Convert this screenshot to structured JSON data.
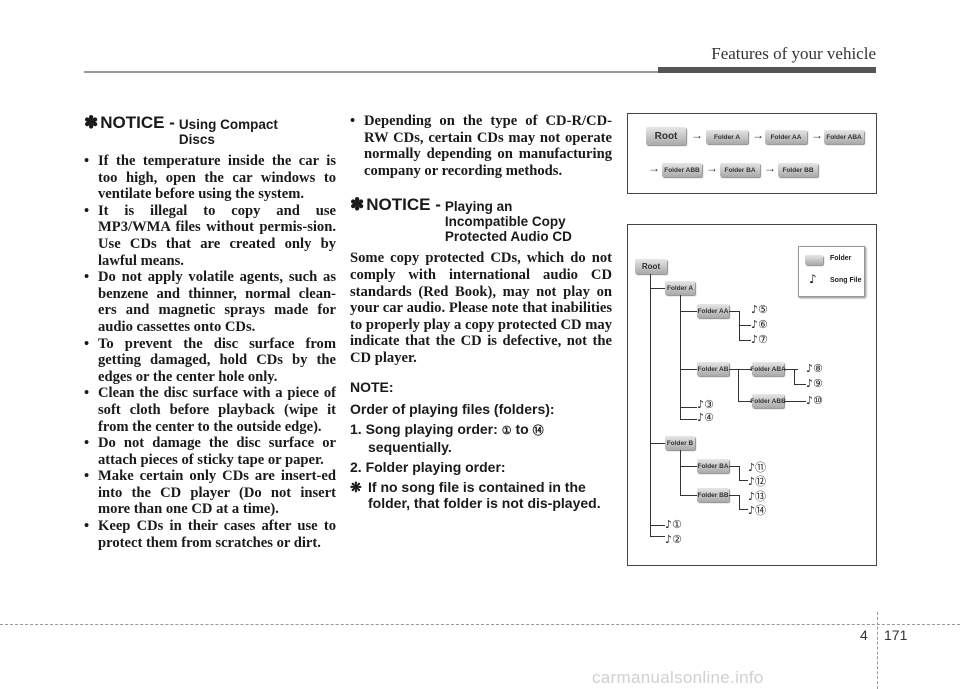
{
  "header": {
    "section_title": "Features of your vehicle"
  },
  "notice1": {
    "star": "✽",
    "heading": "NOTICE -",
    "subheading": "Using Compact Discs",
    "items": [
      "If the temperature inside the car is too high, open the car windows to ventilate before using the system.",
      "It is illegal to copy and use MP3/WMA files without permis-sion. Use CDs that are created only by lawful means.",
      "Do not apply volatile agents, such as benzene and thinner, normal clean-ers and magnetic sprays made for audio cassettes onto CDs.",
      "To prevent the disc surface from getting damaged, hold CDs by the edges or the center hole only.",
      "Clean the disc surface with a piece of soft cloth before playback (wipe it from the center to the outside edge).",
      "Do not damage the disc surface or attach pieces of sticky tape or paper.",
      "Make certain only CDs are insert-ed into the CD player (Do not insert more than one CD at a time).",
      "Keep CDs in their cases after use to protect them from scratches or dirt."
    ]
  },
  "notice1_cont": "Depending on the type of CD-R/CD-RW CDs, certain CDs may not operate normally depending on manufacturing company or recording methods.",
  "notice2": {
    "star": "✽",
    "heading": "NOTICE -",
    "subheading": "Playing an Incompatible Copy Protected Audio CD",
    "body": "Some copy protected CDs, which do not comply with international audio CD standards (Red Book), may not play on your car audio. Please note that inabilities to properly play a copy protected CD may indicate that the CD is defective, not the CD player."
  },
  "note": {
    "label": "NOTE:",
    "order_title": "Order of playing files (folders):",
    "item1_prefix": "1. Song playing order:",
    "item1_from": "①",
    "item1_to_word": "to",
    "item1_to": "⑭",
    "item1_suffix": "sequentially.",
    "item2": "2. Folder playing order:",
    "remark_mark": "❋",
    "remark": "If no song file is contained in the folder, that folder is not dis-played."
  },
  "diagram_sequence": {
    "row1": [
      "Root",
      "Folder A",
      "Folder AA",
      "Folder ABA"
    ],
    "row2": [
      "Folder ABB",
      "Folder BA",
      "Folder BB"
    ],
    "arrow": "→"
  },
  "diagram_tree": {
    "root": "Root",
    "legend_folder": "Folder",
    "legend_song": "Song File",
    "folders": [
      "Folder A",
      "Folder AA",
      "Folder AB",
      "Folder ABA",
      "Folder ABB",
      "Folder B",
      "Folder BA",
      "Folder BB"
    ],
    "songs": [
      "♪①",
      "♪②",
      "♪③",
      "♪④",
      "♪⑤",
      "♪⑥",
      "♪⑦",
      "♪⑧",
      "♪⑨",
      "♪⑩",
      "♪⑪",
      "♪⑫",
      "♪⑬",
      "♪⑭"
    ]
  },
  "footer": {
    "chapter": "4",
    "page": "171",
    "watermark": "carmanualsonline.info"
  }
}
